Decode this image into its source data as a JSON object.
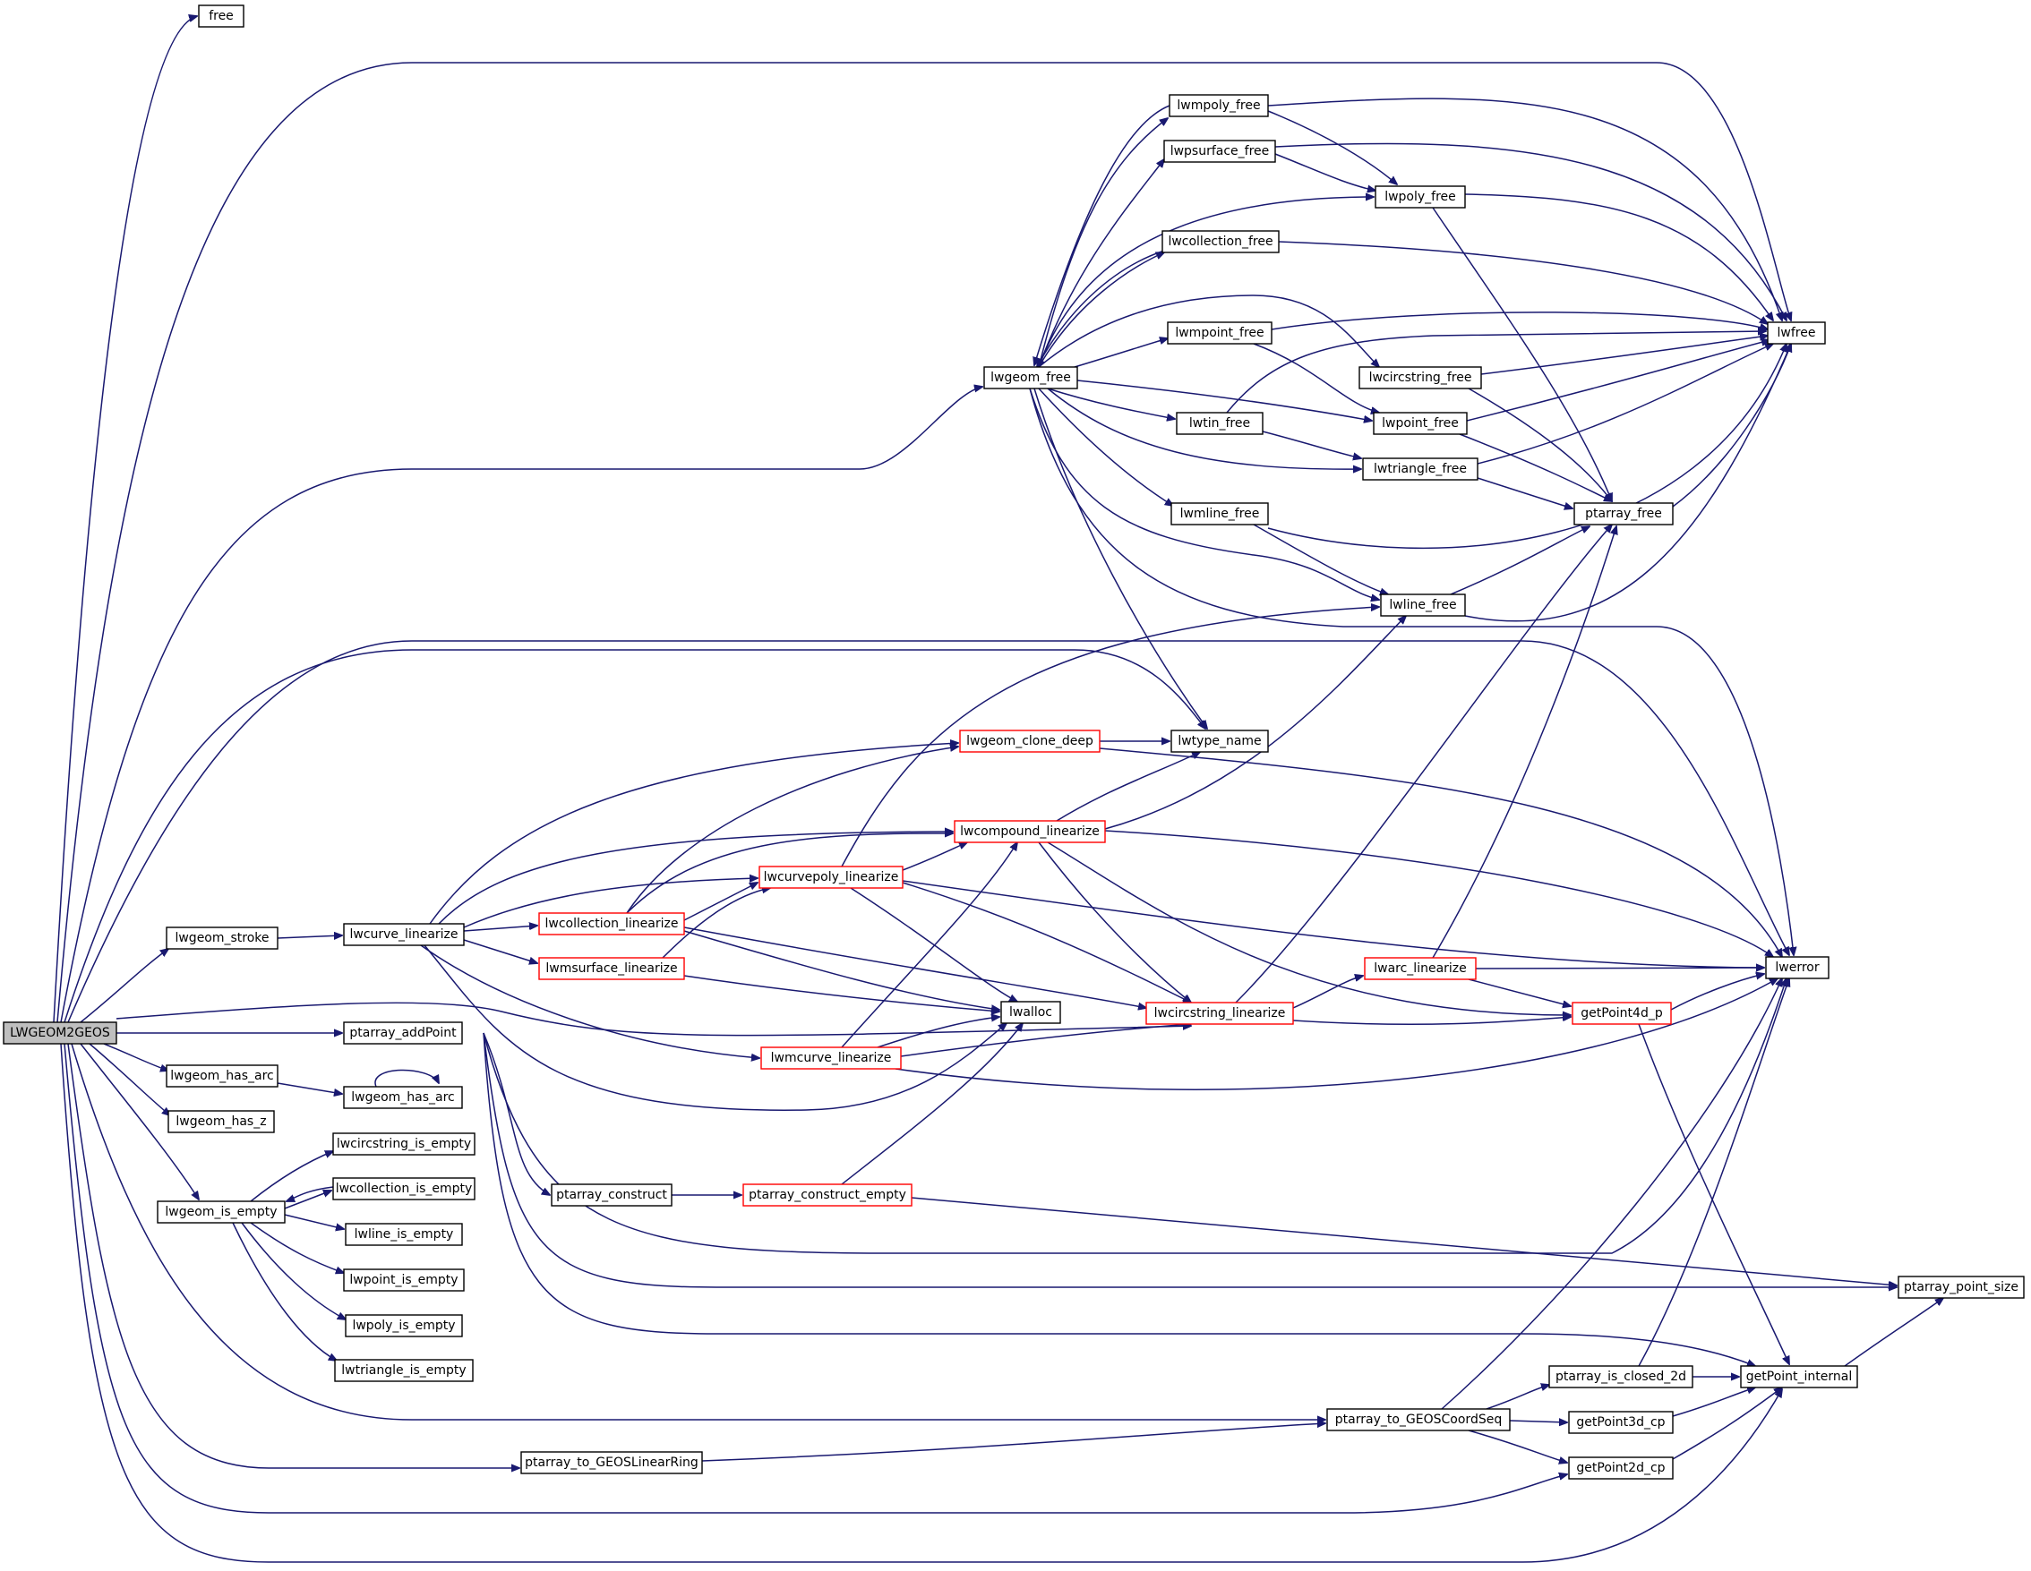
{
  "nodes": {
    "root": "LWGEOM2GEOS",
    "free": "free",
    "lwfree": "lwfree",
    "lwerror": "lwerror",
    "lwgeom_free": "lwgeom_free",
    "lwmpoly_free": "lwmpoly_free",
    "lwpsurface_free": "lwpsurface_free",
    "lwpoly_free": "lwpoly_free",
    "lwcollection_free": "lwcollection_free",
    "lwmpoint_free": "lwmpoint_free",
    "lwcircstring_free": "lwcircstring_free",
    "lwpoint_free": "lwpoint_free",
    "lwtin_free": "lwtin_free",
    "lwtriangle_free": "lwtriangle_free",
    "lwmline_free": "lwmline_free",
    "ptarray_free": "ptarray_free",
    "lwline_free": "lwline_free",
    "lwtype_name": "lwtype_name",
    "lwgeom_clone_deep": "lwgeom_clone_deep",
    "lwcompound_linearize": "lwcompound_linearize",
    "lwcurvepoly_linearize": "lwcurvepoly_linearize",
    "lwgeom_stroke": "lwgeom_stroke",
    "lwcurve_linearize": "lwcurve_linearize",
    "lwcollection_linearize": "lwcollection_linearize",
    "lwmsurface_linearize": "lwmsurface_linearize",
    "lwarc_linearize": "lwarc_linearize",
    "lwalloc": "lwalloc",
    "lwcircstring_linearize": "lwcircstring_linearize",
    "getPoint4d_p": "getPoint4d_p",
    "ptarray_addPoint": "ptarray_addPoint",
    "lwmcurve_linearize": "lwmcurve_linearize",
    "lwgeom_has_arc": "lwgeom_has_arc",
    "lwgeom_has_arc2": "lwgeom_has_arc",
    "lwgeom_has_z": "lwgeom_has_z",
    "lwcircstring_is_empty": "lwcircstring_is_empty",
    "lwcollection_is_empty": "lwcollection_is_empty",
    "lwgeom_is_empty": "lwgeom_is_empty",
    "lwline_is_empty": "lwline_is_empty",
    "lwpoint_is_empty": "lwpoint_is_empty",
    "lwpoly_is_empty": "lwpoly_is_empty",
    "lwtriangle_is_empty": "lwtriangle_is_empty",
    "ptarray_construct": "ptarray_construct",
    "ptarray_construct_empty": "ptarray_construct_empty",
    "ptarray_point_size": "ptarray_point_size",
    "ptarray_is_closed_2d": "ptarray_is_closed_2d",
    "getPoint_internal": "getPoint_internal",
    "ptarray_to_GEOSCoordSeq": "ptarray_to_GEOSCoordSeq",
    "getPoint3d_cp": "getPoint3d_cp",
    "ptarray_to_GEOSLinearRing": "ptarray_to_GEOSLinearRing",
    "getPoint2d_cp": "getPoint2d_cp"
  },
  "colors": {
    "edge": "#191970",
    "node_border": "#000000",
    "truncated_border": "#ff0000",
    "root_fill": "#bfbfbf"
  }
}
